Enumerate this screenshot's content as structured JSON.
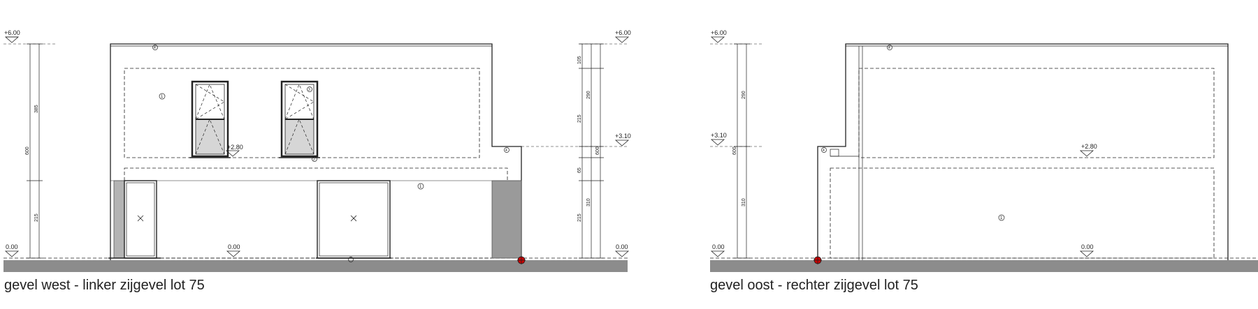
{
  "captions": {
    "west": "gevel west - linker zijgevel lot 75",
    "east": "gevel oost - rechter zijgevel lot 75"
  },
  "levels": {
    "top": "+6.00",
    "mid": "+3.10",
    "window": "+2.80",
    "ground": "0.00"
  },
  "dimensions": {
    "west_left": {
      "upper": "385",
      "total": "600",
      "lower": "215"
    },
    "west_right": {
      "a": "105",
      "b": "290",
      "c": "215",
      "d": "65",
      "e": "215",
      "f": "310",
      "total": "600"
    },
    "east_left": {
      "upper": "290",
      "total": "600",
      "lower": "310"
    }
  },
  "markers": {
    "one": "1",
    "two": "2",
    "three": "3",
    "four": "4"
  },
  "colors": {
    "ground": "#8c8c8c",
    "pier": "#9a9a9a",
    "glass": "#d6d6d6",
    "origin": "#cc0000"
  }
}
